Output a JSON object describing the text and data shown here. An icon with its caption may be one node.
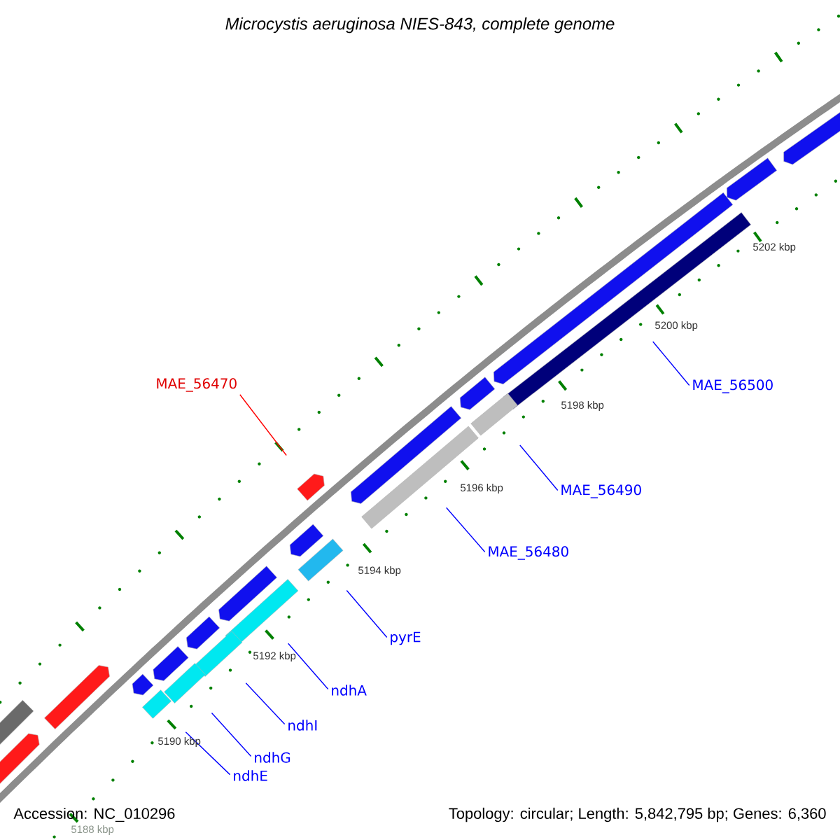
{
  "diagram": {
    "title": "Microcystis aeruginosa NIES-843, complete genome",
    "nodes": [
      {
        "text": [
          "MAE_56470"
        ]
      },
      {
        "text": [],
        "shape": "arrow"
      },
      {
        "text": [
          "MAE_56500"
        ]
      },
      {
        "text": [],
        "shape": "bar"
      },
      {
        "text": [
          "MAE_56490"
        ]
      },
      {
        "text": [],
        "shape": "bar"
      },
      {
        "text": [
          "MAE_56480"
        ]
      },
      {
        "text": [],
        "shape": "bar"
      },
      {
        "text": [
          "pyrE"
        ]
      },
      {
        "text": [],
        "shape": "bar"
      },
      {
        "text": [
          "ndhA"
        ]
      },
      {
        "text": [],
        "shape": "bar"
      },
      {
        "text": [
          "ndhI"
        ]
      },
      {
        "text": [],
        "shape": "bar"
      },
      {
        "text": [
          "ndhG"
        ]
      },
      {
        "text": [],
        "shape": "bar"
      },
      {
        "text": [
          "ndhE"
        ]
      },
      {
        "text": [],
        "shape": "bar"
      },
      {
        "text": [],
        "shape": "bar"
      },
      {
        "text": [],
        "shape": "arrow"
      },
      {
        "text": [],
        "shape": "arrow"
      },
      {
        "text": [],
        "shape": "arrow"
      },
      {
        "text": [],
        "shape": "arrow"
      },
      {
        "text": [],
        "shape": "arrow"
      },
      {
        "text": [],
        "shape": "arrow"
      },
      {
        "text": [],
        "shape": "arrow"
      },
      {
        "text": [],
        "shape": "arrow"
      },
      {
        "text": [],
        "shape": "arrow"
      },
      {
        "text": [],
        "shape": "arrow"
      },
      {
        "text": [],
        "shape": "arrow"
      },
      {
        "text": [],
        "shape": "arrow"
      }
    ],
    "edges": [
      {
        "from": 0,
        "to": 1,
        "arrow": "none",
        "color": "#ff0000"
      },
      {
        "from": 2,
        "to": 3,
        "arrow": "none"
      },
      {
        "from": 4,
        "to": 5,
        "arrow": "none"
      },
      {
        "from": 6,
        "to": 7,
        "arrow": "none"
      },
      {
        "from": 8,
        "to": 9,
        "arrow": "none"
      },
      {
        "from": 10,
        "to": 11,
        "arrow": "none"
      },
      {
        "from": 12,
        "to": 13,
        "arrow": "none"
      },
      {
        "from": 14,
        "to": 15,
        "arrow": "none"
      },
      {
        "from": 16,
        "to": 17,
        "arrow": "none"
      }
    ],
    "labels": [
      "5202 kbp",
      "5200 kbp",
      "5198 kbp",
      "5196 kbp",
      "5194 kbp",
      "5192 kbp",
      "5190 kbp",
      "5188 kbp",
      "Accession: NC_010296",
      "Topology: circular; Length: 5,842,795 bp; Genes: 6,360"
    ]
  }
}
